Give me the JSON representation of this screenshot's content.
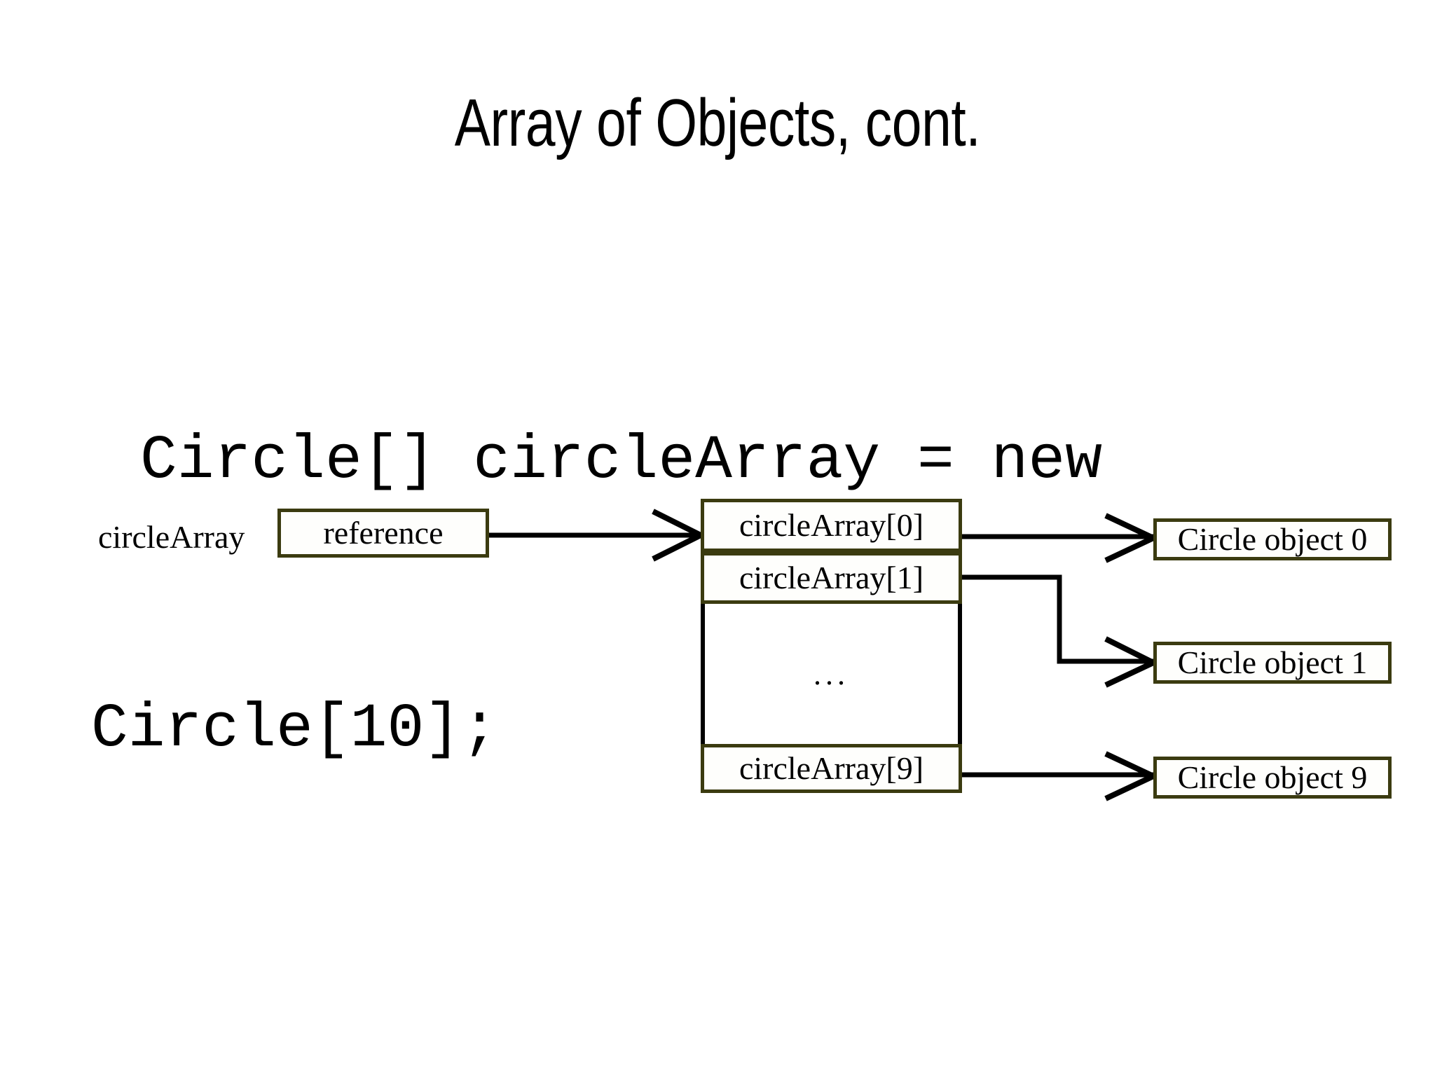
{
  "slide": {
    "title": "Array of Objects, cont.",
    "background_color": "#ffffff",
    "code": {
      "line1": "Circle[] circleArray = new",
      "line2": "Circle[10];"
    },
    "diagram": {
      "variable_label": "circleArray",
      "reference_cell": "reference",
      "array_cells": [
        {
          "label": "circleArray[0]"
        },
        {
          "label": "circleArray[1]"
        },
        {
          "label": "..."
        },
        {
          "label": "circleArray[9]"
        }
      ],
      "objects": [
        {
          "label": "Circle object 0"
        },
        {
          "label": "Circle object 1"
        },
        {
          "label": "Circle object 9"
        }
      ],
      "box_border_color": "#3b3b10",
      "connector_color": "#000000"
    }
  }
}
